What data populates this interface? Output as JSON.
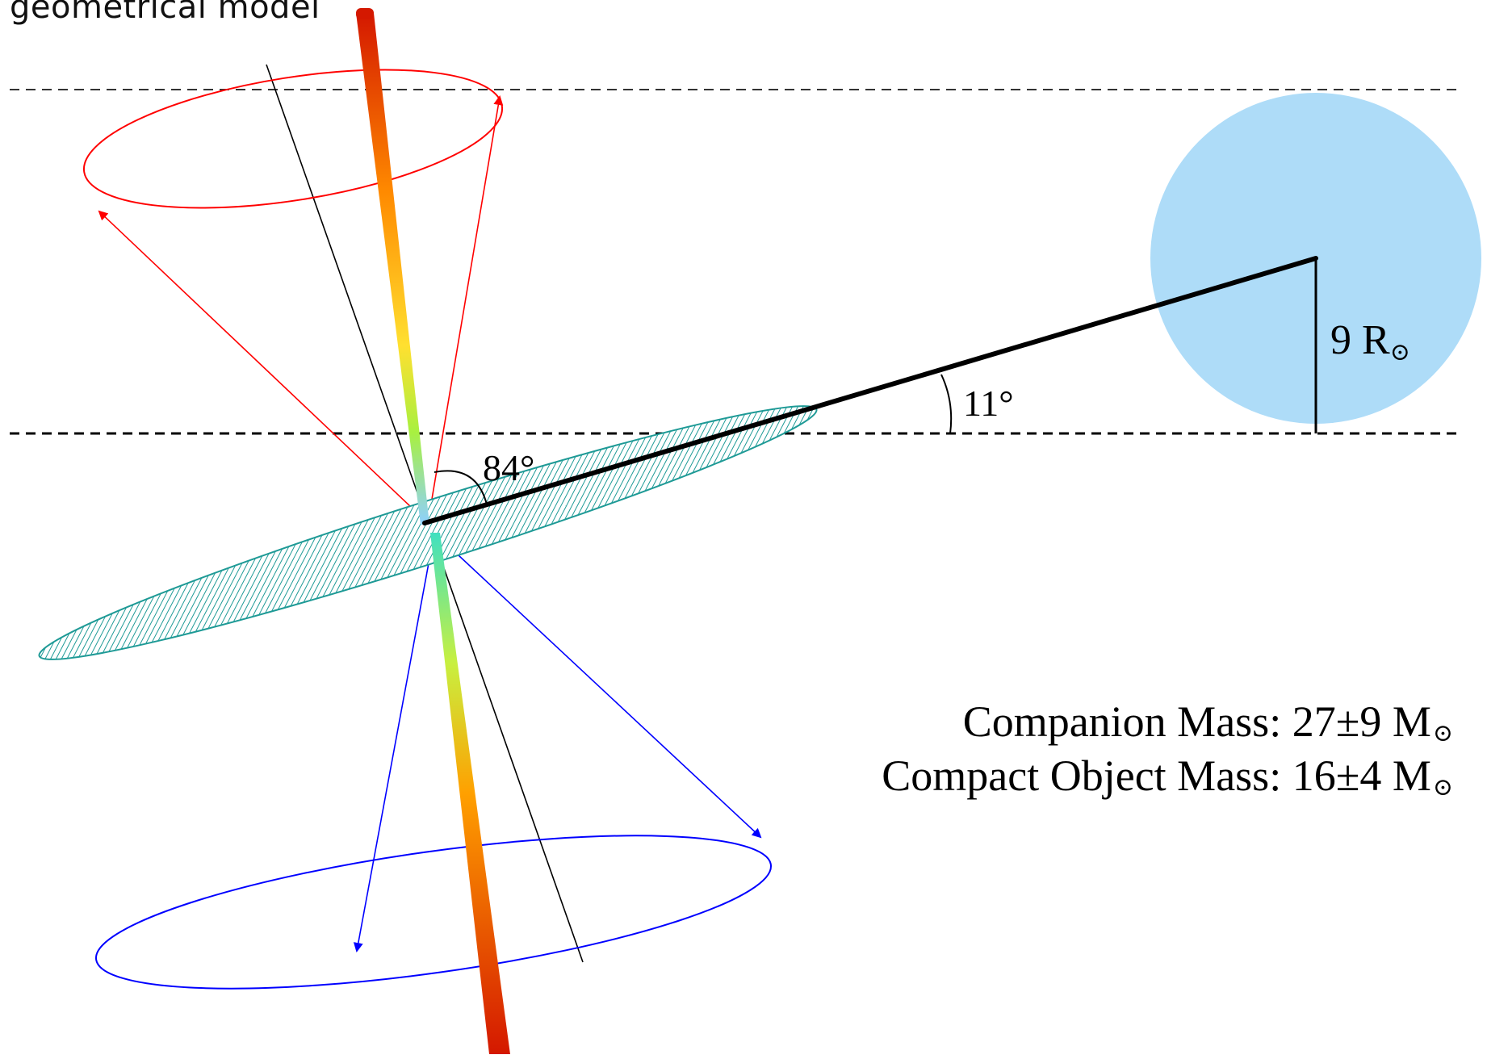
{
  "caption": "geometrical model",
  "angles": {
    "jet_to_orbit": "84°",
    "orbit_to_horizontal": "11°"
  },
  "companion_radius": {
    "value": "9 R",
    "symbol": "⊙"
  },
  "masses": {
    "companion": {
      "label": "Companion Mass:",
      "value": "27",
      "pm": "±",
      "error": "9",
      "unit": "M",
      "symbol": "⊙"
    },
    "compact_object": {
      "label": "Compact Object Mass:",
      "value": "16",
      "pm": "±",
      "error": "4",
      "unit": "M",
      "symbol": "⊙"
    }
  },
  "colors": {
    "companion_star": "#aedcf8",
    "disk": "#1e9a96",
    "cone_upper": "#ff0000",
    "cone_lower": "#0000ff",
    "jet_gradient": [
      "#d41800",
      "#ff8a00",
      "#ffe030",
      "#a8f040",
      "#8ed0ff",
      "#ff9000",
      "#d41800"
    ]
  }
}
